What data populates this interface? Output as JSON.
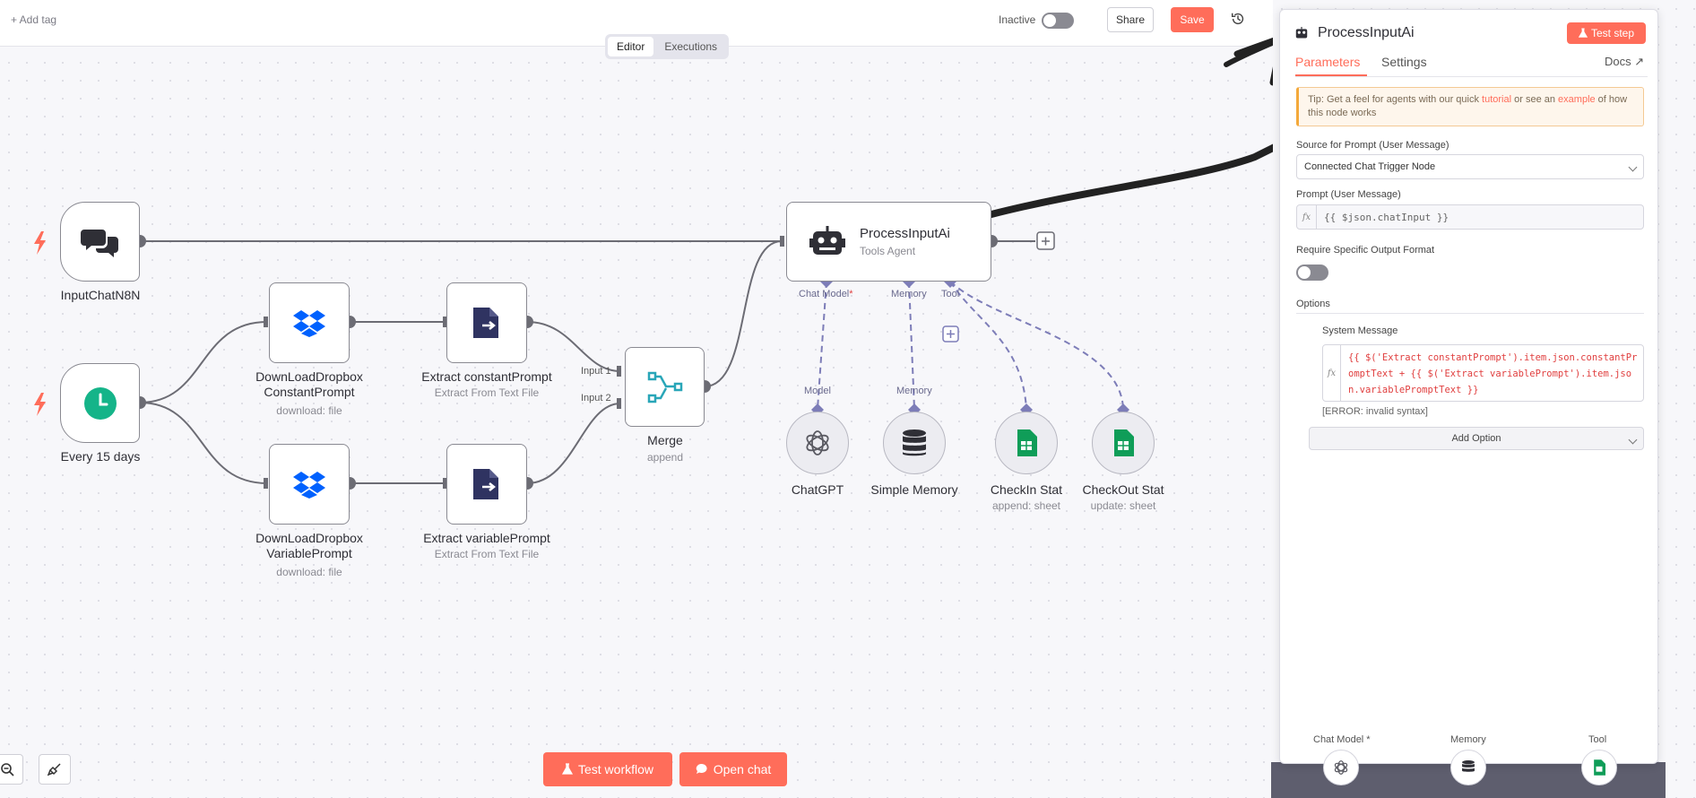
{
  "topbar": {
    "add_tag": "+ Add tag",
    "inactive_label": "Inactive",
    "share_label": "Share",
    "save_label": "Save",
    "mode_tabs": [
      {
        "label": "Editor",
        "active": true
      },
      {
        "label": "Executions",
        "active": false
      }
    ]
  },
  "nodes": {
    "input_chat": {
      "label": "InputChatN8N"
    },
    "every15": {
      "label": "Every 15 days"
    },
    "dl_constant": {
      "label1": "DownLoadDropbox",
      "label2": "ConstantPrompt",
      "sub": "download: file"
    },
    "dl_variable": {
      "label1": "DownLoadDropbox",
      "label2": "VariablePrompt",
      "sub": "download: file"
    },
    "ex_constant": {
      "label": "Extract constantPrompt",
      "sub": "Extract From Text File"
    },
    "ex_variable": {
      "label": "Extract variablePrompt",
      "sub": "Extract From Text File"
    },
    "merge": {
      "label": "Merge",
      "sub": "append",
      "input1": "Input 1",
      "input2": "Input 2"
    },
    "agent": {
      "title": "ProcessInputAi",
      "sub": "Tools Agent",
      "chat_model": "Chat Model",
      "required_mark": "*",
      "memory": "Memory",
      "tool": "Tool"
    },
    "chatgpt": {
      "label": "ChatGPT",
      "port": "Model"
    },
    "memory": {
      "label": "Simple Memory",
      "port": "Memory"
    },
    "checkin": {
      "label": "CheckIn Stat",
      "sub": "append: sheet"
    },
    "checkout": {
      "label": "CheckOut Stat",
      "sub": "update: sheet"
    }
  },
  "bottom_toolbar": {
    "test_workflow": "Test workflow",
    "open_chat": "Open chat"
  },
  "panel": {
    "title": "ProcessInputAi",
    "test_step": "Test step",
    "tabs": [
      "Parameters",
      "Settings"
    ],
    "docs": "Docs",
    "tip_prefix": "Tip: Get a feel for agents with our quick ",
    "tip_link1": "tutorial",
    "tip_mid": " or see an ",
    "tip_link2": "example",
    "tip_suffix": " of how this node works",
    "source_label": "Source for Prompt (User Message)",
    "source_value": "Connected Chat Trigger Node",
    "prompt_label": "Prompt (User Message)",
    "prompt_value": "{{ $json.chatInput }}",
    "require_label": "Require Specific Output Format",
    "options_label": "Options",
    "system_label": "System Message",
    "system_value": "{{ $('Extract constantPrompt').item.json.constantPromptText + {{ $('Extract variablePrompt').item.json.variablePromptText }}",
    "error_text": "[ERROR: invalid syntax]",
    "add_option": "Add Option",
    "fx": "fx",
    "bottom_tabs": [
      "Chat Model *",
      "Memory",
      "Tool"
    ]
  },
  "colors": {
    "accent": "#ff6d5a",
    "port_purple": "#7d7db8",
    "wire": "#6c6c74"
  }
}
